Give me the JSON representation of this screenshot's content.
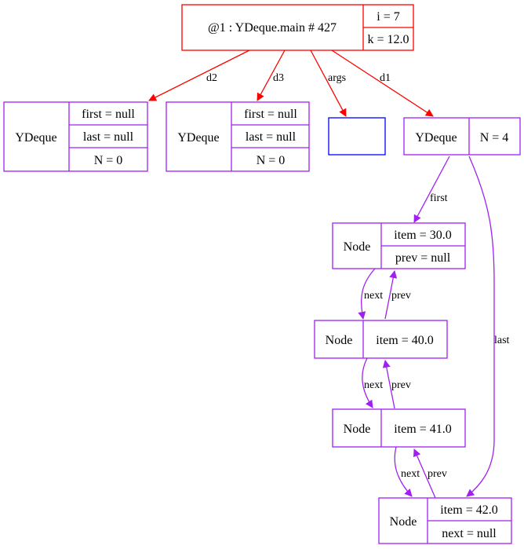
{
  "colors": {
    "frame": "#ff0000",
    "object": "#a020f0",
    "array": "#0000ff",
    "text": "#000000"
  },
  "frame": {
    "title": "@1 : YDeque.main # 427",
    "fields": [
      "i = 7",
      "k = 12.0"
    ]
  },
  "deque_d2": {
    "class": "YDeque",
    "fields": [
      "first = null",
      "last = null",
      "N = 0"
    ]
  },
  "deque_d3": {
    "class": "YDeque",
    "fields": [
      "first = null",
      "last = null",
      "N = 0"
    ]
  },
  "args_array": {
    "label": ""
  },
  "deque_d1": {
    "class": "YDeque",
    "fields": [
      "N = 4"
    ]
  },
  "nodes": [
    {
      "class": "Node",
      "fields": [
        "item = 30.0",
        "prev = null"
      ]
    },
    {
      "class": "Node",
      "fields": [
        "item = 40.0"
      ]
    },
    {
      "class": "Node",
      "fields": [
        "item = 41.0"
      ]
    },
    {
      "class": "Node",
      "fields": [
        "item = 42.0",
        "next = null"
      ]
    }
  ],
  "edges": {
    "d2": "d2",
    "d3": "d3",
    "args": "args",
    "d1": "d1",
    "first": "first",
    "last": "last",
    "next1": "next",
    "prev1": "prev",
    "next2": "next",
    "prev2": "prev",
    "next3": "next",
    "prev3": "prev"
  }
}
